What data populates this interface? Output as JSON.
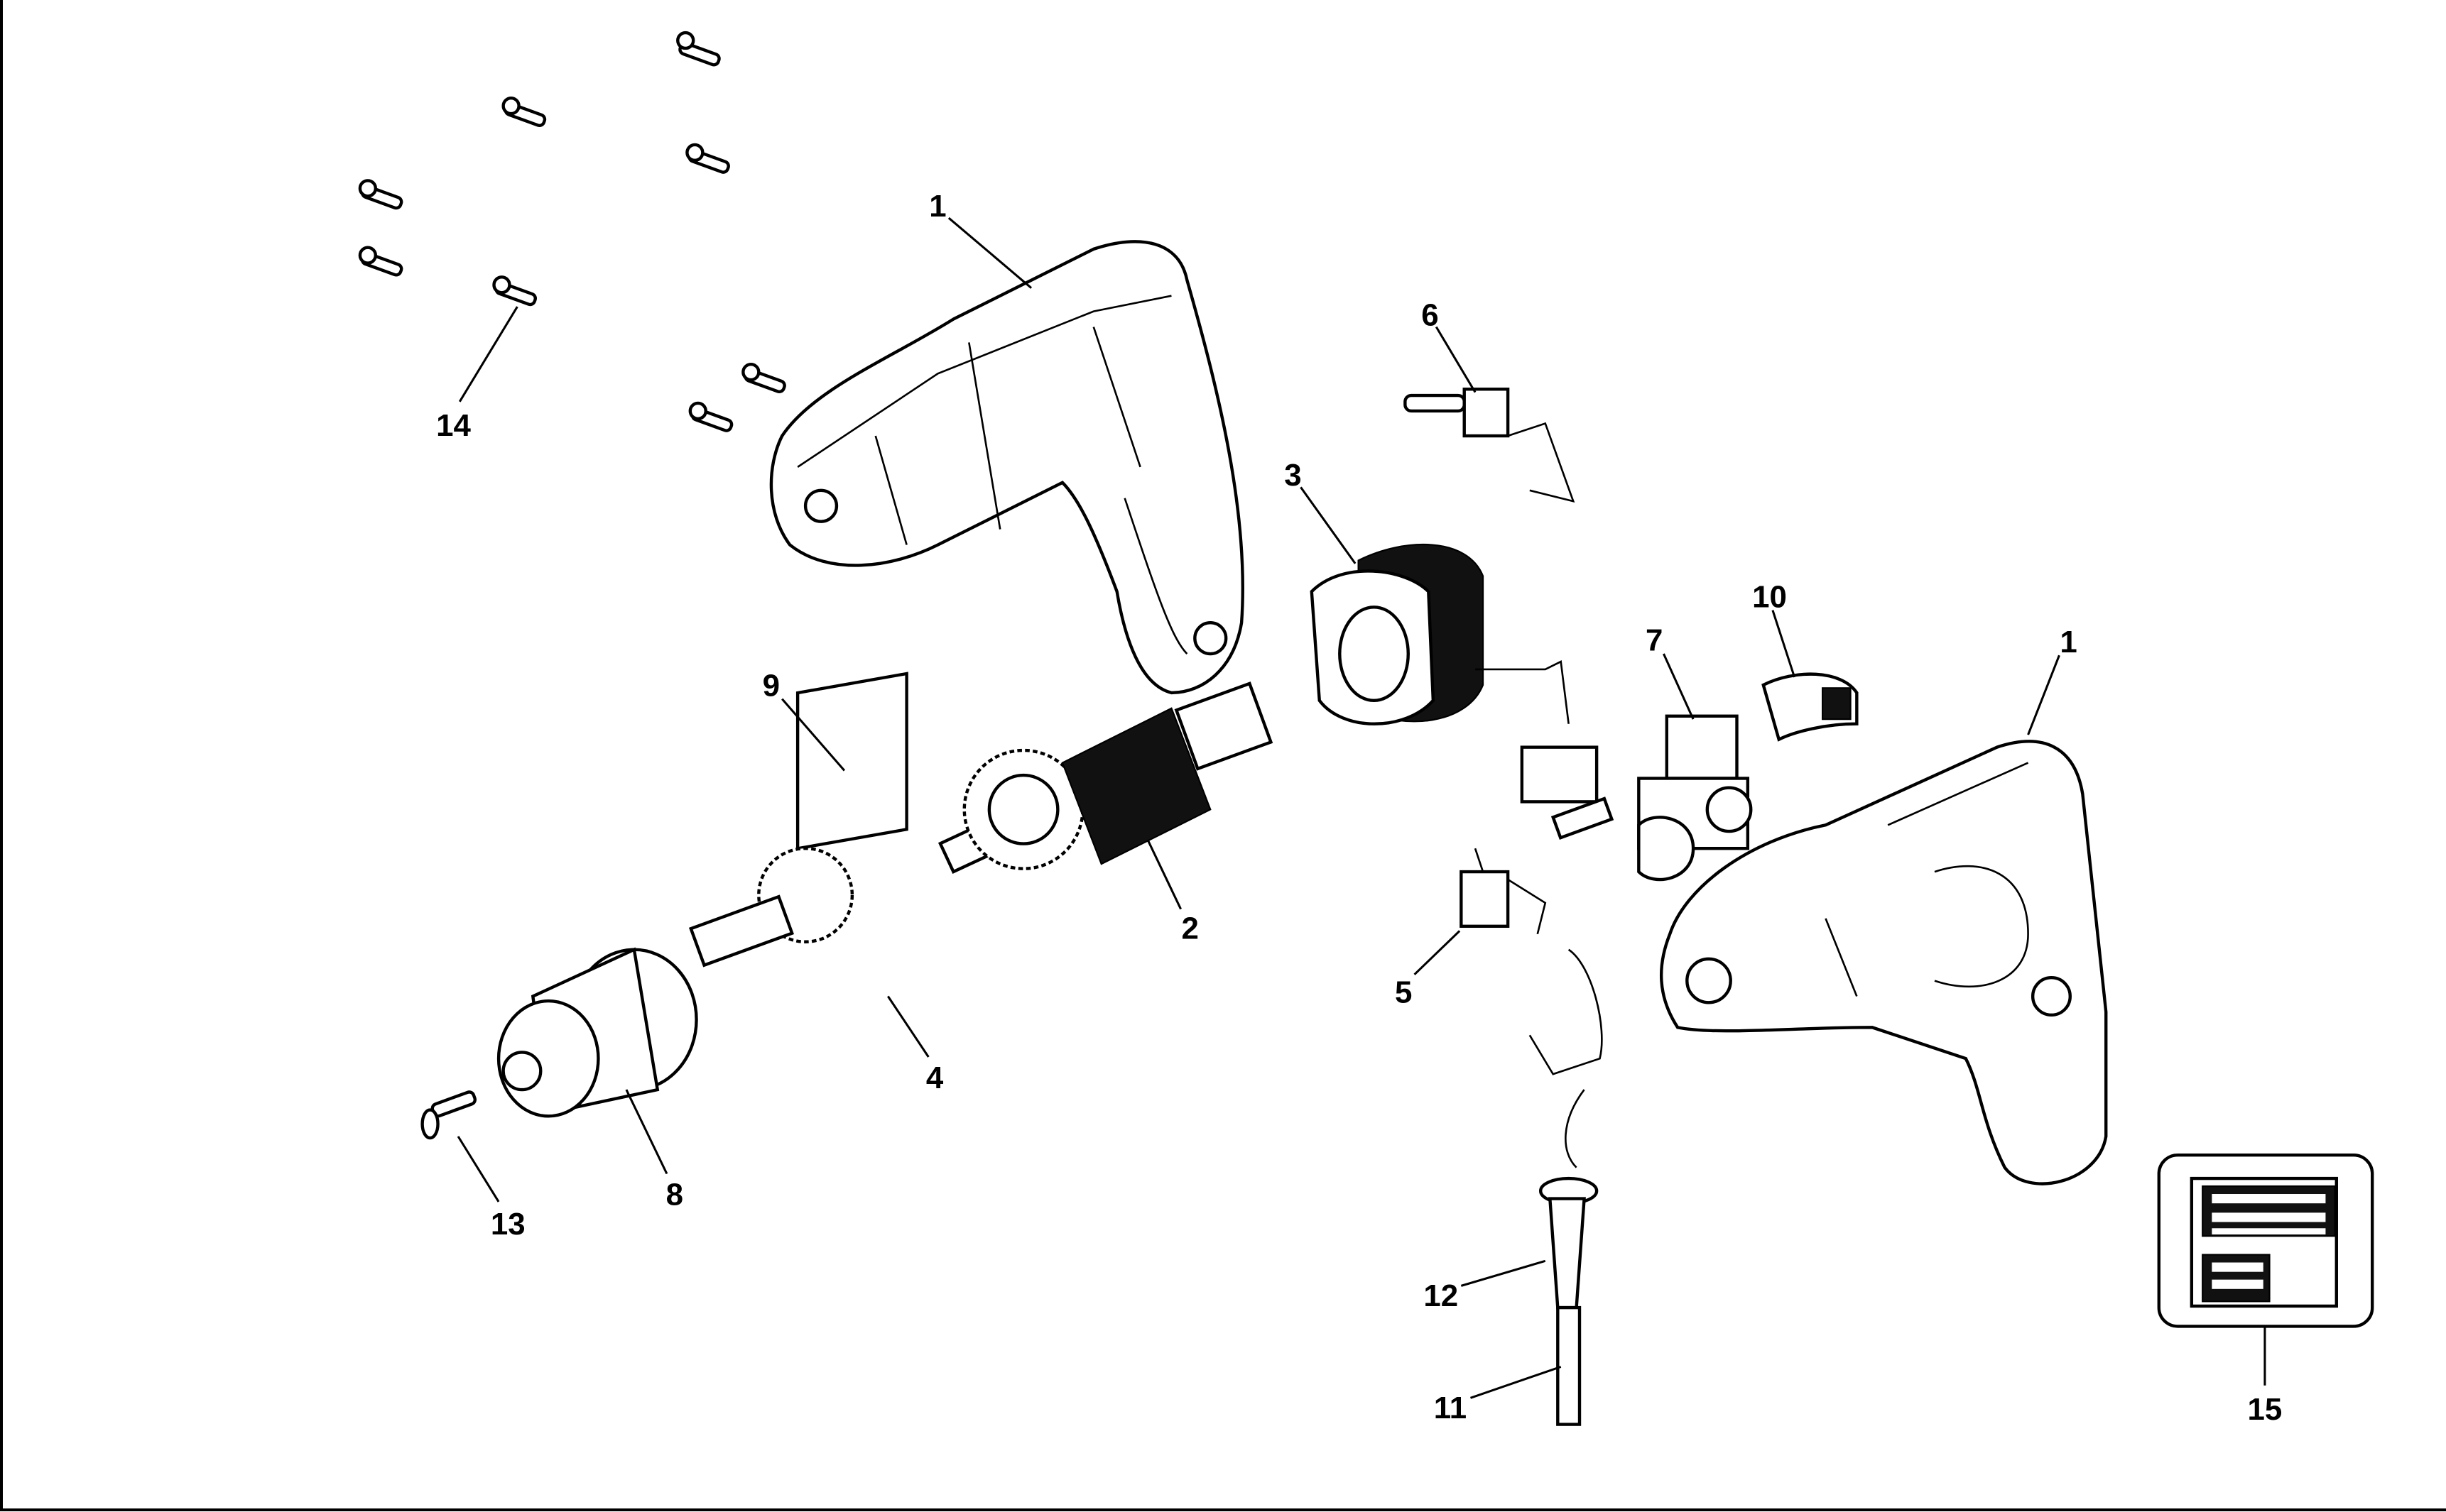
{
  "diagram": {
    "title": "Drill exploded parts diagram",
    "callouts": [
      {
        "id": "1a",
        "label": "1"
      },
      {
        "id": "14",
        "label": "14"
      },
      {
        "id": "6",
        "label": "6"
      },
      {
        "id": "3",
        "label": "3"
      },
      {
        "id": "10",
        "label": "10"
      },
      {
        "id": "7",
        "label": "7"
      },
      {
        "id": "1b",
        "label": "1"
      },
      {
        "id": "9",
        "label": "9"
      },
      {
        "id": "2",
        "label": "2"
      },
      {
        "id": "5",
        "label": "5"
      },
      {
        "id": "4",
        "label": "4"
      },
      {
        "id": "8",
        "label": "8"
      },
      {
        "id": "13",
        "label": "13"
      },
      {
        "id": "12",
        "label": "12"
      },
      {
        "id": "11",
        "label": "11"
      },
      {
        "id": "15",
        "label": "15"
      }
    ]
  }
}
